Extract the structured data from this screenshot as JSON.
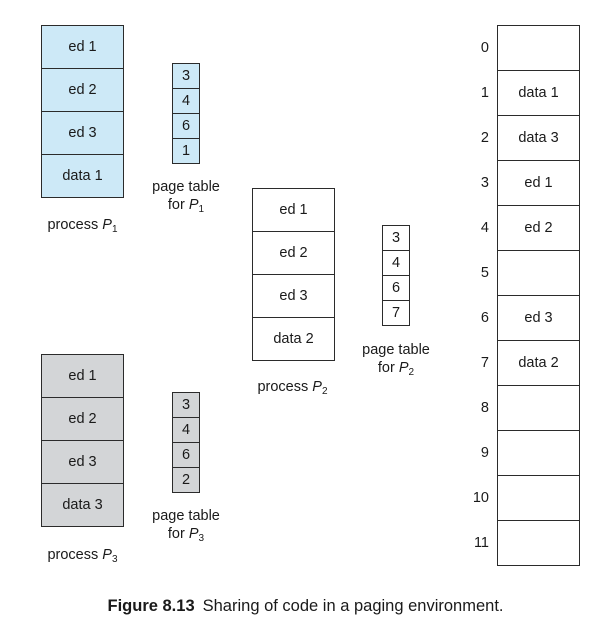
{
  "process_p1": {
    "cells": [
      "ed 1",
      "ed 2",
      "ed 3",
      "data 1"
    ],
    "label_prefix": "process ",
    "label_var": "P",
    "label_sub": "1"
  },
  "page_table_p1": {
    "entries": [
      "3",
      "4",
      "6",
      "1"
    ],
    "line1": "page table",
    "line2_prefix": "for ",
    "line2_var": "P",
    "line2_sub": "1"
  },
  "process_p2": {
    "cells": [
      "ed 1",
      "ed 2",
      "ed 3",
      "data 2"
    ],
    "label_prefix": "process ",
    "label_var": "P",
    "label_sub": "2"
  },
  "page_table_p2": {
    "entries": [
      "3",
      "4",
      "6",
      "7"
    ],
    "line1": "page table",
    "line2_prefix": "for ",
    "line2_var": "P",
    "line2_sub": "2"
  },
  "process_p3": {
    "cells": [
      "ed 1",
      "ed 2",
      "ed 3",
      "data 3"
    ],
    "label_prefix": "process ",
    "label_var": "P",
    "label_sub": "3"
  },
  "page_table_p3": {
    "entries": [
      "3",
      "4",
      "6",
      "2"
    ],
    "line1": "page table",
    "line2_prefix": "for ",
    "line2_var": "P",
    "line2_sub": "3"
  },
  "physical_memory": {
    "frames": [
      {
        "index": "0",
        "content": ""
      },
      {
        "index": "1",
        "content": "data 1"
      },
      {
        "index": "2",
        "content": "data 3"
      },
      {
        "index": "3",
        "content": "ed 1"
      },
      {
        "index": "4",
        "content": "ed 2"
      },
      {
        "index": "5",
        "content": ""
      },
      {
        "index": "6",
        "content": "ed 3"
      },
      {
        "index": "7",
        "content": "data 2"
      },
      {
        "index": "8",
        "content": ""
      },
      {
        "index": "9",
        "content": ""
      },
      {
        "index": "10",
        "content": ""
      },
      {
        "index": "11",
        "content": ""
      }
    ]
  },
  "caption": {
    "figure": "Figure 8.13",
    "text": "Sharing of code in a paging environment."
  },
  "colors": {
    "p1_fill": "#cde9f7",
    "p3_fill": "#d3d5d7",
    "border": "#2b2b2b"
  }
}
